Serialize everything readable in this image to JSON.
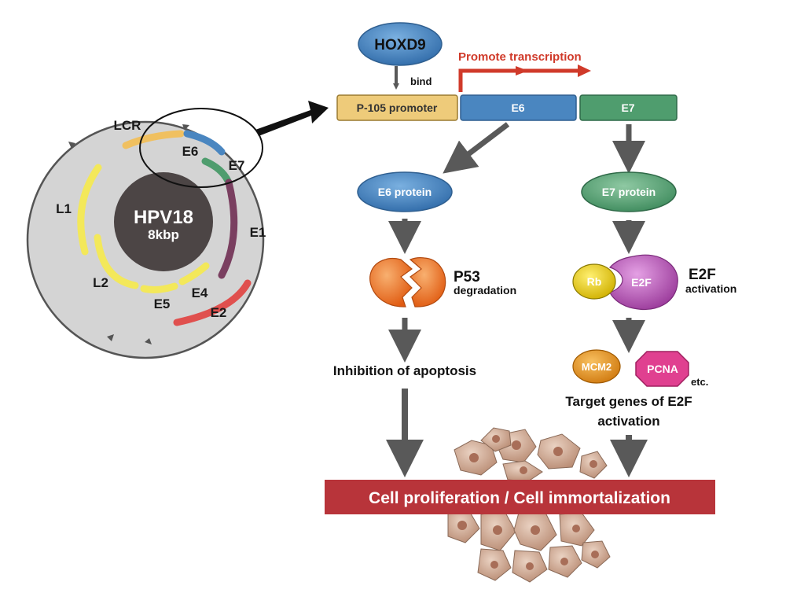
{
  "genome": {
    "name": "HPV18",
    "size": "8kbp",
    "labels": {
      "lcr": "LCR",
      "l1": "L1",
      "l2": "L2",
      "e6": "E6",
      "e7": "E7",
      "e1": "E1",
      "e4": "E4",
      "e5": "E5",
      "e2": "E2"
    }
  },
  "regulation": {
    "hoxd9": "HOXD9",
    "bind": "bind",
    "promote": "Promote transcription",
    "promoter": "P-105 promoter",
    "e6_gene": "E6",
    "e7_gene": "E7"
  },
  "e6_path": {
    "protein": "E6 protein",
    "p53": "P53",
    "p53_sub": "degradation",
    "outcome": "Inhibition of apoptosis"
  },
  "e7_path": {
    "protein": "E7 protein",
    "rb": "Rb",
    "e2f": "E2F",
    "e2f_title": "E2F",
    "e2f_sub": "activation",
    "mcm2": "MCM2",
    "pcna": "PCNA",
    "etc": "etc.",
    "targets_line1": "Target genes of E2F",
    "targets_line2": "activation"
  },
  "result": {
    "banner": "Cell proliferation / Cell immortalization"
  },
  "colors": {
    "lcr": "#f0c060",
    "late": "#f3e85a",
    "e6": "#4a86c0",
    "e7": "#4f9d6e",
    "e1": "#7a3f60",
    "e2": "#e0504e",
    "arrow": "#595959",
    "promote": "#d03a2a",
    "banner": "#b8343a",
    "p53": "#f08030",
    "rb": "#e0c800",
    "e2f": "#c060c0",
    "mcm2": "#e89020",
    "pcna": "#e04090",
    "cell": "#c9a48e"
  }
}
